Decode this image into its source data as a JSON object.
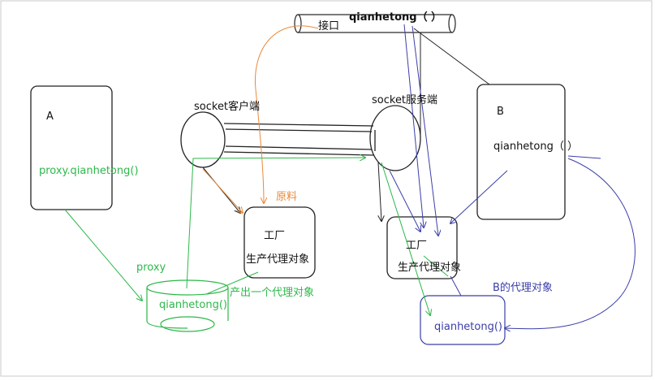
{
  "interface_label": "qianhetong（ ）",
  "interface_sub": "接口",
  "box_a_title": "A",
  "box_a_call": "proxy.qianhetong()",
  "socket_client": "socket客户端",
  "socket_server": "socket服务端",
  "box_b_title": "B",
  "box_b_method": "qianhetong（ ）",
  "raw_material": "原料",
  "factory_left_title": "工厂",
  "factory_left_sub": "生产代理对象",
  "factory_right_title": "工厂",
  "factory_right_sub": "生产代理对象",
  "proxy_label": "proxy",
  "proxy_method": "qianhetong()",
  "produce_proxy": "产出一个代理对象",
  "b_proxy_label": "B的代理对象",
  "b_proxy_method": "qianhetong()",
  "colors": {
    "black": "#222222",
    "green": "#2db84a",
    "orange": "#e8893a",
    "blue": "#3b3ea8",
    "frame": "#c8c8c8"
  }
}
